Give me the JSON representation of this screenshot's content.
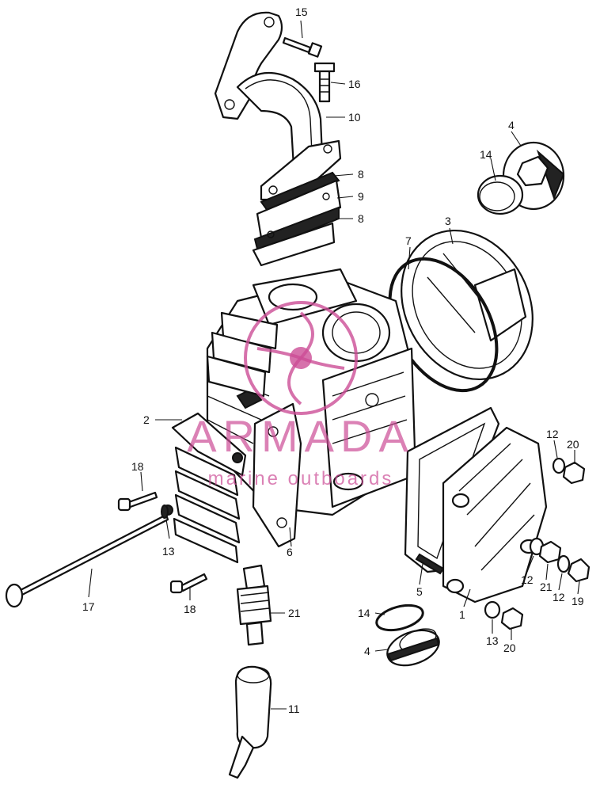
{
  "callouts": [
    {
      "id": "c15",
      "label": "15"
    },
    {
      "id": "c16",
      "label": "16"
    },
    {
      "id": "c10",
      "label": "10"
    },
    {
      "id": "c8a",
      "label": "8"
    },
    {
      "id": "c9",
      "label": "9"
    },
    {
      "id": "c8b",
      "label": "8"
    },
    {
      "id": "c4a",
      "label": "4"
    },
    {
      "id": "c14a",
      "label": "14"
    },
    {
      "id": "c3",
      "label": "3"
    },
    {
      "id": "c7",
      "label": "7"
    },
    {
      "id": "c2",
      "label": "2"
    },
    {
      "id": "c18a",
      "label": "18"
    },
    {
      "id": "c13a",
      "label": "13"
    },
    {
      "id": "c6",
      "label": "6"
    },
    {
      "id": "c17",
      "label": "17"
    },
    {
      "id": "c18b",
      "label": "18"
    },
    {
      "id": "c21a",
      "label": "21"
    },
    {
      "id": "c11",
      "label": "11"
    },
    {
      "id": "c12a",
      "label": "12"
    },
    {
      "id": "c20a",
      "label": "20"
    },
    {
      "id": "c5",
      "label": "5"
    },
    {
      "id": "c1",
      "label": "1"
    },
    {
      "id": "c14b",
      "label": "14"
    },
    {
      "id": "c4b",
      "label": "4"
    },
    {
      "id": "c13b",
      "label": "13"
    },
    {
      "id": "c20b",
      "label": "20"
    },
    {
      "id": "c12b",
      "label": "12"
    },
    {
      "id": "c21b",
      "label": "21"
    },
    {
      "id": "c12c",
      "label": "12"
    },
    {
      "id": "c19",
      "label": "19"
    }
  ],
  "watermark": {
    "brand": "ARMADA",
    "tagline": "marine outboards",
    "color": "#cc4d96"
  }
}
